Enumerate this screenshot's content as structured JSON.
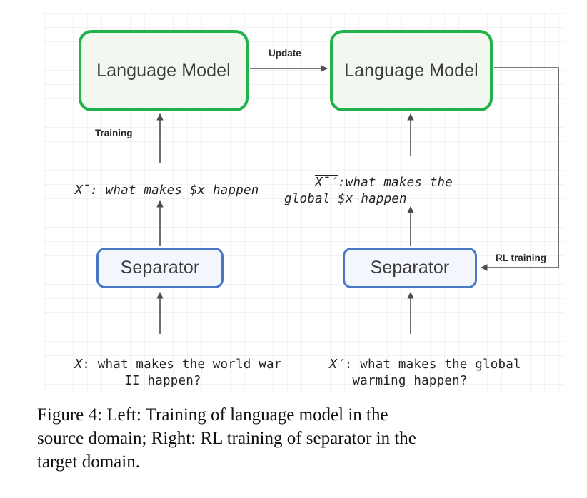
{
  "figure": {
    "caption_line1": "Figure 4:  Left:  Training of language model in the",
    "caption_line2": "source domain; Right: RL training of separator in the",
    "caption_line3": "target domain.",
    "caption_full": "Figure 4: Left: Training of language model in the source domain; Right: RL training of separator in the target domain."
  },
  "diagram": {
    "nodes": {
      "lm_source": {
        "label": "Language Model",
        "border_color": "#22b24c",
        "fill_color": "#f2f7ef"
      },
      "lm_target": {
        "label": "Language Model",
        "border_color": "#22b24c",
        "fill_color": "#f2f7ef"
      },
      "sep_source": {
        "label": "Separator",
        "border_color": "#4a77c4",
        "fill_color": "#f3f7fd"
      },
      "sep_target": {
        "label": "Separator",
        "border_color": "#4a77c4",
        "fill_color": "#f3f7fd"
      }
    },
    "edge_labels": {
      "update": "Update",
      "training": "Training",
      "rl_training": "RL training"
    },
    "sequences": {
      "xbar_source": {
        "symbol": "X̄",
        "separator": ": ",
        "text": "what makes $x happen",
        "full": "X̄: what makes $x happen",
        "style": "italic-mono"
      },
      "xbar_target": {
        "symbol": "X̄′",
        "separator": ":",
        "text": "what makes the global $x happen",
        "full": "X̄′:what makes the global $x happen",
        "line1": "X̄′:what makes the global $x",
        "line2": "happen",
        "style": "italic-mono"
      },
      "x_source": {
        "symbol": "X",
        "separator": ": ",
        "text": "what makes the world war II happen?",
        "full": "X: what makes the world war II happen?",
        "line1": "X: what makes the world",
        "line2": "war II happen?",
        "style": "upright-mono"
      },
      "x_target": {
        "symbol": "X′",
        "separator": ": ",
        "text": "what makes the global warming happen?",
        "full": "X′: what makes the global warming happen?",
        "line1": "X′: what makes the global",
        "line2": "warming happen?",
        "style": "upright-mono"
      }
    },
    "arrow_color": "#4d4d4d",
    "flows": [
      {
        "from": "x_source",
        "to": "sep_source",
        "label": ""
      },
      {
        "from": "sep_source",
        "to": "xbar_source",
        "label": ""
      },
      {
        "from": "xbar_source",
        "to": "lm_source",
        "label": "Training"
      },
      {
        "from": "lm_source",
        "to": "lm_target",
        "label": "Update"
      },
      {
        "from": "x_target",
        "to": "sep_target",
        "label": ""
      },
      {
        "from": "sep_target",
        "to": "xbar_target",
        "label": ""
      },
      {
        "from": "xbar_target",
        "to": "lm_target",
        "label": ""
      },
      {
        "from": "lm_target",
        "to": "sep_target",
        "label": "RL training"
      }
    ]
  }
}
